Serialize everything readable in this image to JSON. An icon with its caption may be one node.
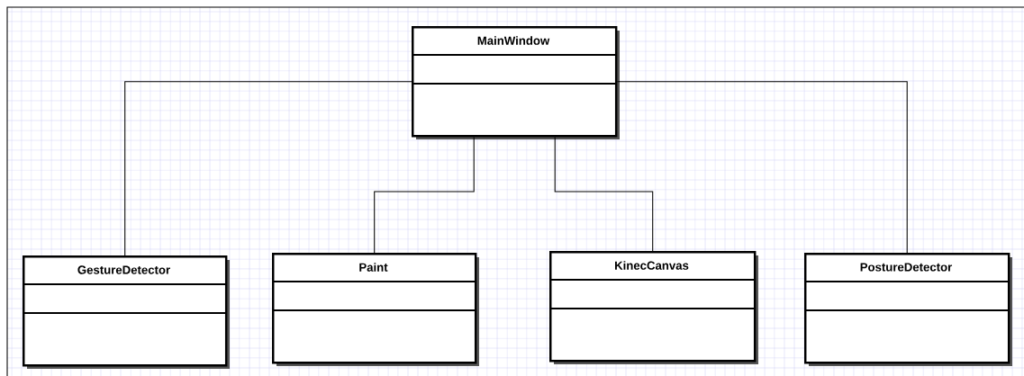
{
  "diagram": {
    "nodes": [
      {
        "text": [
          "MainWindow"
        ]
      },
      {
        "text": [
          "GestureDetector"
        ]
      },
      {
        "text": [
          "Paint"
        ]
      },
      {
        "text": [
          "KinecCanvas"
        ]
      },
      {
        "text": [
          "PostureDetector"
        ]
      }
    ],
    "edges": [
      {
        "from": 0,
        "to": 1,
        "arrow": "none"
      },
      {
        "from": 0,
        "to": 2,
        "arrow": "none"
      },
      {
        "from": 0,
        "to": 3,
        "arrow": "none"
      },
      {
        "from": 0,
        "to": 4,
        "arrow": "none"
      }
    ]
  }
}
